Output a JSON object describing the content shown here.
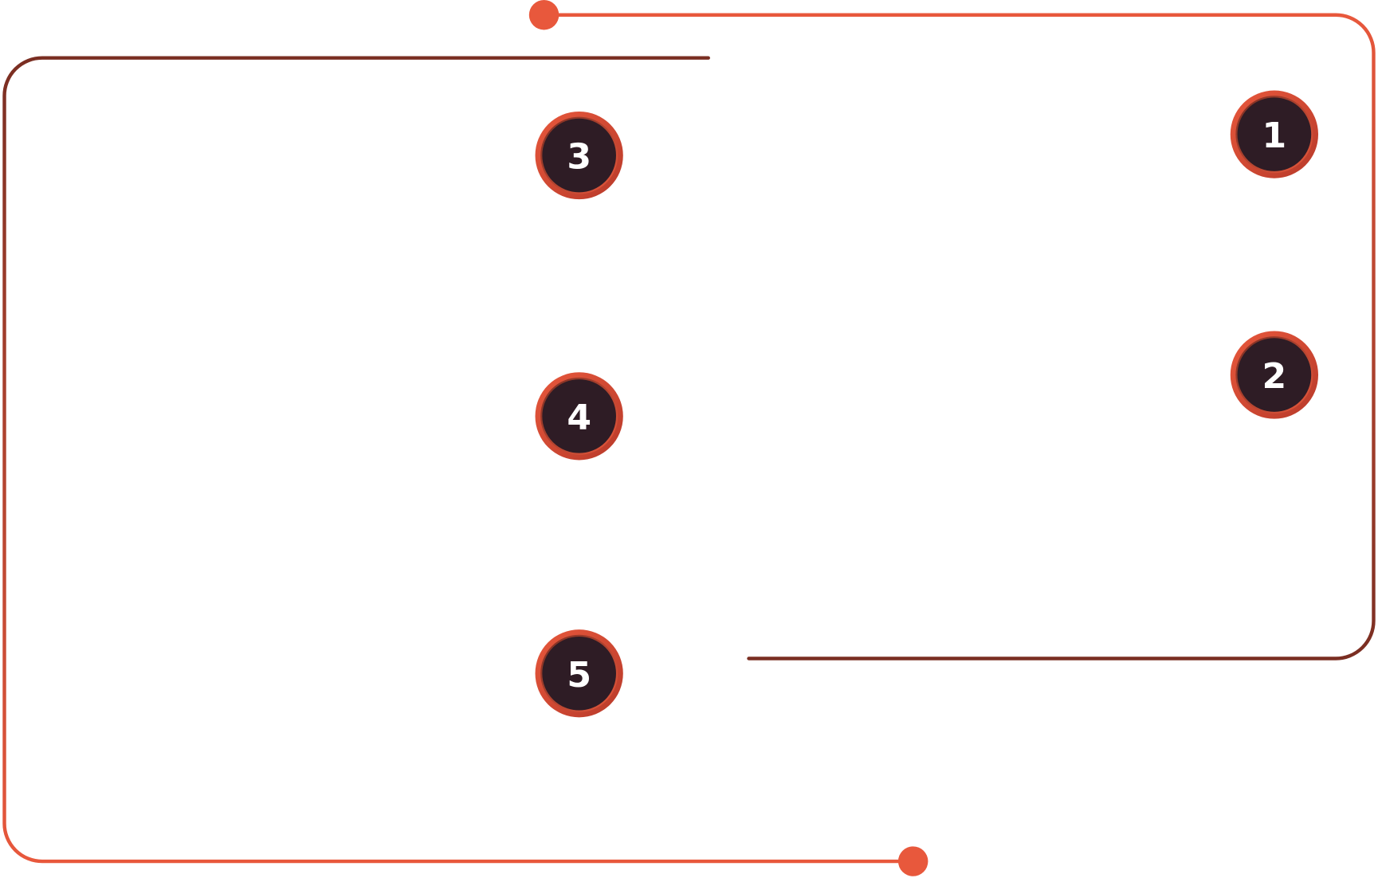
{
  "colors": {
    "accent": "#e8583c",
    "dark_accent": "#7a2e22",
    "circle_fill": "#2e1c25",
    "number": "#ffffff"
  },
  "steps": [
    {
      "label": "1"
    },
    {
      "label": "2"
    },
    {
      "label": "3"
    },
    {
      "label": "4"
    },
    {
      "label": "5"
    }
  ]
}
